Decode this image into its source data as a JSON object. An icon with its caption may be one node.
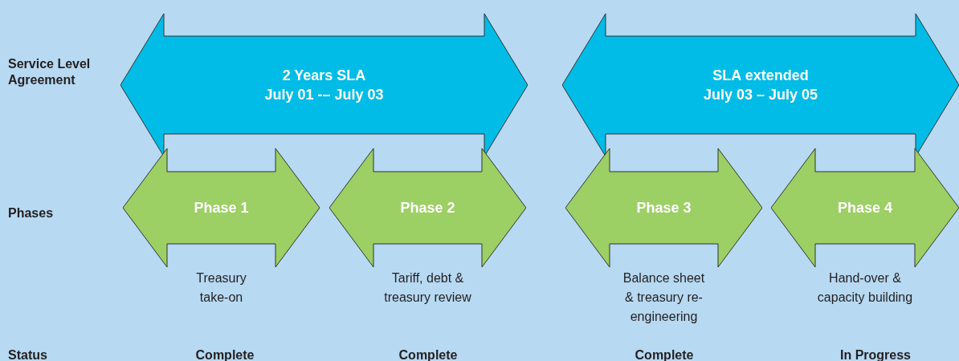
{
  "diagram": {
    "nodes": [
      {
        "text": [
          "2 Years SLA",
          "July 01 -– July 03"
        ]
      },
      {
        "text": [
          "SLA extended",
          "July 03 – July 05"
        ]
      },
      {
        "text": [
          "Phase 1"
        ],
        "beside": [
          "Treasury take-on"
        ]
      },
      {
        "text": [
          "Phase 2"
        ],
        "beside": [
          "Tariff, debt & treasury review"
        ]
      },
      {
        "text": [
          "Phase 3"
        ],
        "beside": [
          "Balance sheet & treasury re-engineering"
        ]
      },
      {
        "text": [
          "Phase 4"
        ],
        "beside": [
          "Hand-over & capacity building"
        ]
      }
    ],
    "edges": [],
    "labels": [
      "Service Level Agreement",
      "Phases",
      "Status",
      "Complete",
      "Complete",
      "Complete",
      "In Progress"
    ]
  }
}
